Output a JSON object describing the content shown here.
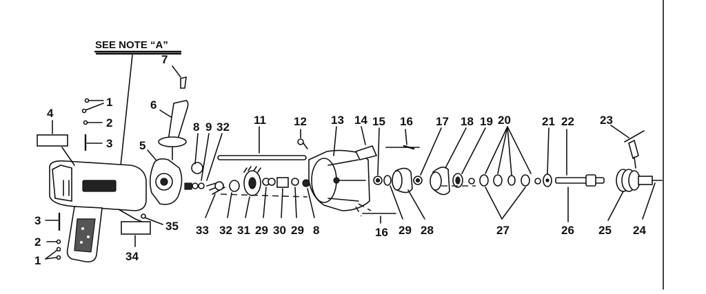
{
  "note": {
    "text": "SEE NOTE “A”"
  },
  "labels": {
    "l1a": "1",
    "l1b": "1",
    "l2a": "2",
    "l2b": "2",
    "l3a": "3",
    "l3b": "3",
    "l4": "4",
    "l5": "5",
    "l6": "6",
    "l7": "7",
    "l8a": "8",
    "l8b": "8",
    "l9": "9",
    "l11": "11",
    "l12": "12",
    "l13": "13",
    "l14": "14",
    "l15": "15",
    "l16a": "16",
    "l16b": "16",
    "l17": "17",
    "l18": "18",
    "l19": "19",
    "l20": "20",
    "l21": "21",
    "l22": "22",
    "l23": "23",
    "l24": "24",
    "l25": "25",
    "l26": "26",
    "l27": "27",
    "l28": "28",
    "l29a": "29",
    "l29b": "29",
    "l29c": "29",
    "l30": "30",
    "l31": "31",
    "l32a": "32",
    "l32b": "32",
    "l33": "33",
    "l34": "34",
    "l35": "35"
  }
}
